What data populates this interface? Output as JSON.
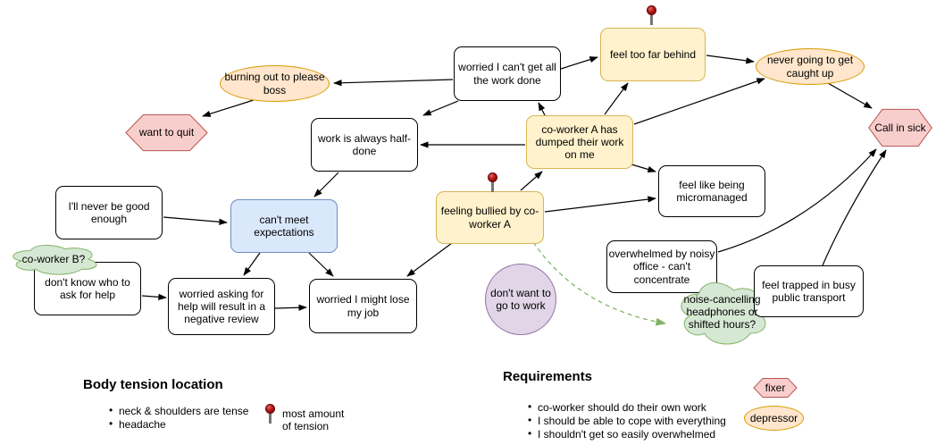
{
  "nodes": {
    "worried_work": {
      "label": "worried I can't get all the work done"
    },
    "feel_behind": {
      "label": "feel too far behind"
    },
    "never_caught_up": {
      "label": "never going to get caught up"
    },
    "burning_out": {
      "label": "burning out to please boss"
    },
    "want_quit": {
      "label": "want to quit"
    },
    "work_half_done": {
      "label": "work is always half-done"
    },
    "coworker_a": {
      "label": "co-worker A has dumped their work on me"
    },
    "call_in_sick": {
      "label": "Call in sick"
    },
    "micromanaged": {
      "label": "feel like being micromanaged"
    },
    "never_good": {
      "label": "I'll never be good enough"
    },
    "cant_meet": {
      "label": "can't meet expectations"
    },
    "coworker_b": {
      "label": "co-worker B?"
    },
    "dont_know": {
      "label": "don't know who to ask for help"
    },
    "worried_asking": {
      "label": "worried asking for help will result in a negative review"
    },
    "lose_job": {
      "label": "worried I might lose my job"
    },
    "bullied": {
      "label": "feeling bullied by co-worker A"
    },
    "dont_want_work": {
      "label": "don't want to go to work"
    },
    "overwhelmed": {
      "label": "overwhelmed by noisy office - can't concentrate"
    },
    "noise_cancelling": {
      "label": "noise-cancelling headphones or shifted hours?"
    },
    "trapped": {
      "label": "feel trapped in busy public transport"
    }
  },
  "body_tension": {
    "title": "Body tension location",
    "items": [
      "neck & shoulders are tense",
      "headache"
    ],
    "pin_label": "most amount of tension"
  },
  "requirements": {
    "title": "Requirements",
    "items": [
      "co-worker should do their own work",
      "I should be able to cope with everything",
      "I shouldn't get so easily overwhelmed"
    ]
  },
  "key": {
    "fixer_label": "fixer",
    "depressor_label": "depressor"
  },
  "colors": {
    "highlight_fill": "#FFF2CC",
    "highlight_border": "#D6B656",
    "depressor_fill": "#FFE6CC",
    "depressor_border": "#D79B00",
    "fixer_fill": "#F8CECC",
    "fixer_border": "#B85450",
    "blue_fill": "#DAE8FC",
    "blue_border": "#6C8EBF",
    "idea_fill": "#D5E8D4",
    "idea_border": "#82B366",
    "purple_fill": "#E1D5E7",
    "purple_border": "#9673A6",
    "pin_red": "#990000"
  }
}
